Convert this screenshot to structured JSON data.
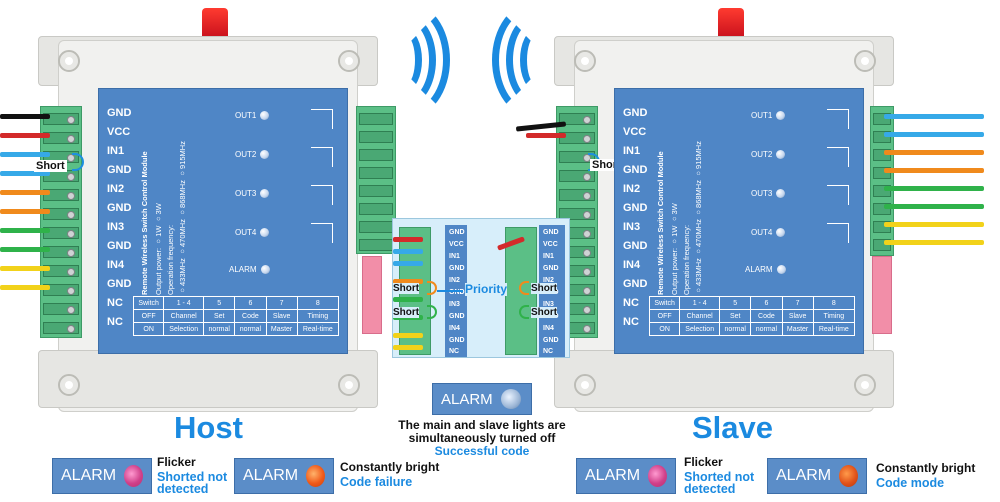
{
  "modules": {
    "host": {
      "pins": [
        "GND",
        "VCC",
        "IN1",
        "GND",
        "IN2",
        "GND",
        "IN3",
        "GND",
        "IN4",
        "GND",
        "NC",
        "NC"
      ],
      "outputs": [
        "OUT1",
        "OUT2",
        "OUT3",
        "OUT4"
      ],
      "alarm": "ALARM",
      "module_title": "Remote Wireless Switch Control Module",
      "output_power": "Output power: ○1W  ○3W",
      "operation_frequency": "Operation frequency:",
      "freq_row1": "○433MHz ○470MHz ○868MHz ○915MHz",
      "short": "Short"
    },
    "slave": {
      "pins": [
        "GND",
        "VCC",
        "IN1",
        "GND",
        "IN2",
        "GND",
        "IN3",
        "GND",
        "IN4",
        "GND",
        "NC",
        "NC"
      ],
      "outputs": [
        "OUT1",
        "OUT2",
        "OUT3",
        "OUT4"
      ],
      "alarm": "ALARM",
      "module_title": "Remote Wireless Switch Control Module",
      "output_power": "Output power: ○1W  ○3W",
      "operation_frequency": "Operation frequency:",
      "freq_row1": "○433MHz ○470MHz ○868MHz ○915MHz",
      "short": "Short"
    }
  },
  "switch_table": {
    "header": [
      "Switch",
      "1 - 4",
      "5",
      "6",
      "7",
      "8"
    ],
    "off": "OFF",
    "on": "ON",
    "channel": "Channel",
    "selection": "Selection",
    "row1": [
      "Set",
      "Code",
      "Slave",
      "Timing"
    ],
    "row2": [
      "normal",
      "normal",
      "Master",
      "Real-time"
    ]
  },
  "inset": {
    "pins": [
      "GND",
      "VCC",
      "IN1",
      "GND",
      "IN2",
      "GND",
      "IN3",
      "GND",
      "IN4",
      "GND",
      "NC"
    ],
    "short_left_1": "Short",
    "short_left_2": "Short",
    "short_right_1": "Short",
    "short_right_2": "Short",
    "priority": "Priority"
  },
  "center": {
    "alarm": "ALARM",
    "line1": "The main and slave lights are",
    "line2": "simultaneously turned off",
    "line3": "Successful code"
  },
  "host_label": "Host",
  "slave_label": "Slave",
  "legend": {
    "host_flicker": {
      "alarm": "ALARM",
      "title": "Flicker",
      "desc1": "Shorted not",
      "desc2": "detected"
    },
    "host_bright": {
      "alarm": "ALARM",
      "title": "Constantly bright",
      "desc": "Code failure"
    },
    "slave_flicker": {
      "alarm": "ALARM",
      "title": "Flicker",
      "desc1": "Shorted not",
      "desc2": "detected"
    },
    "slave_bright": {
      "alarm": "ALARM",
      "title": "Constantly bright",
      "desc": "Code mode"
    }
  },
  "colors": {
    "accent_blue": "#1b8ae0",
    "panel_blue": "#4f86c6",
    "terminal_green": "#5bbf86",
    "antenna_red": "#e0202a"
  }
}
